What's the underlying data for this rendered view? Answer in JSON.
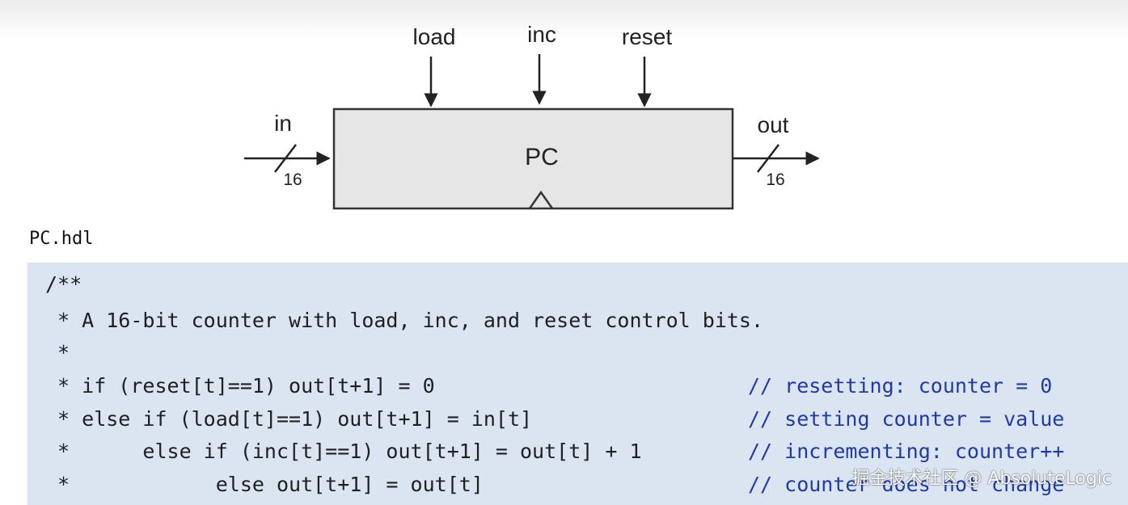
{
  "diagram": {
    "chip_name": "PC",
    "inputs_top": [
      "load",
      "inc",
      "reset"
    ],
    "input_left": {
      "label": "in",
      "width": "16"
    },
    "output_right": {
      "label": "out",
      "width": "16"
    }
  },
  "file_name": "PC.hdl",
  "code": {
    "lines": [
      {
        "text": "/**",
        "comment": ""
      },
      {
        "text": " * A 16-bit counter with load, inc, and reset control bits.",
        "comment": ""
      },
      {
        "text": " *",
        "comment": ""
      },
      {
        "text": " * if (reset[t]==1) out[t+1] = 0",
        "comment": "// resetting: counter = 0"
      },
      {
        "text": " * else if (load[t]==1) out[t+1] = in[t]",
        "comment": "// setting counter = value"
      },
      {
        "text": " *      else if (inc[t]==1) out[t+1] = out[t] + 1",
        "comment": "// incrementing: counter++"
      },
      {
        "text": " *            else out[t+1] = out[t]",
        "comment": "// counter does not change"
      }
    ]
  },
  "watermark": "掘金技术社区 @ AbsoluteLogic",
  "colors": {
    "code_background": "#dbe5f1",
    "comment_text": "#1f3aa6",
    "chip_fill": "#e6e6e6"
  }
}
